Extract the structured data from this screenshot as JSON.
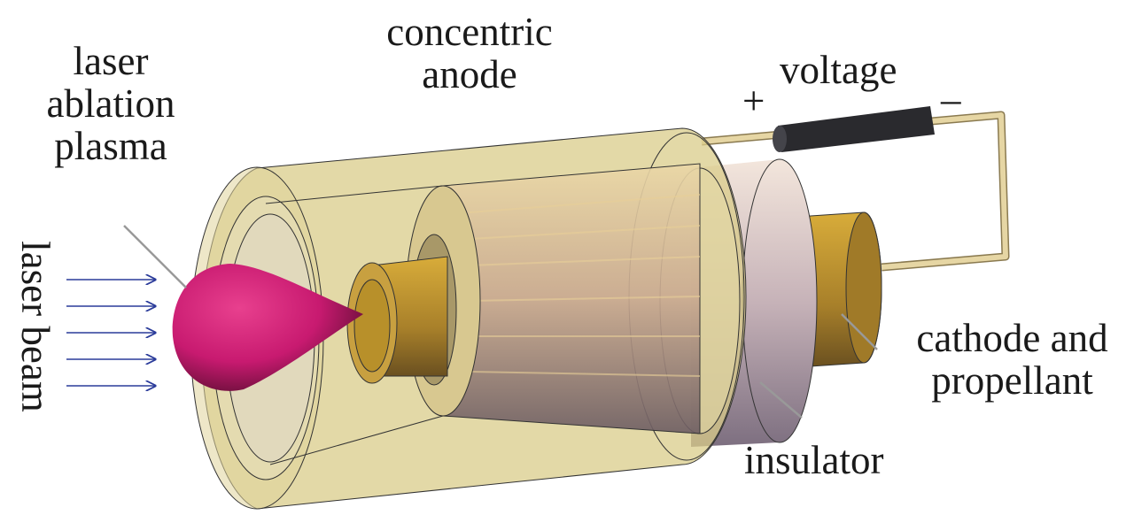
{
  "labels": {
    "concentric_anode": [
      "concentric",
      "anode"
    ],
    "laser_ablation_plasma": [
      "laser",
      "ablation",
      "plasma"
    ],
    "laser_beam": "laser beam",
    "voltage": "voltage",
    "plus": "+",
    "minus": "–",
    "cathode_and_propellant": [
      "cathode and",
      "propellant"
    ],
    "insulator": "insulator"
  },
  "colors": {
    "anode": "#d9cc8a",
    "plasma": "#d81b7a",
    "cathode": "#b8902a",
    "insulator": "#c9b8c0",
    "laser": "#2a3b9a",
    "resistor": "#2a2a2e",
    "wire": "#d8c48c"
  },
  "laser_arrow_count": 5
}
